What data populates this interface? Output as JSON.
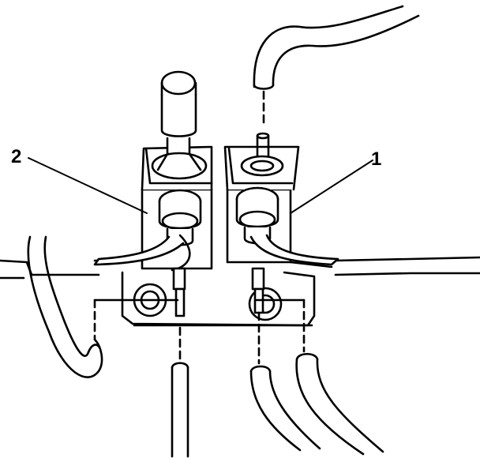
{
  "diagram": {
    "callouts": [
      {
        "id": "2",
        "label": "2"
      },
      {
        "id": "1",
        "label": "1"
      }
    ],
    "colors": {
      "stroke": "#000000",
      "fill": "#ffffff"
    }
  }
}
